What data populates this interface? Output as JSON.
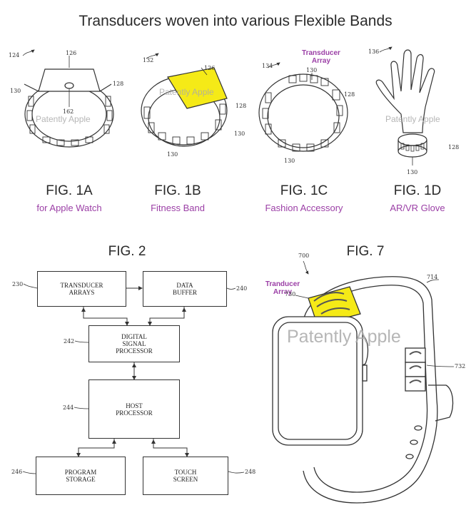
{
  "title": "Transducers woven into various Flexible Bands",
  "colors": {
    "accent": "#9b3fa6",
    "highlight": "#f5ea17",
    "line": "#333333"
  },
  "watermark": "Patently Apple",
  "figures": [
    {
      "label": "FIG. 1A",
      "caption": "for Apple Watch",
      "refs": [
        "124",
        "126",
        "128",
        "130",
        "162"
      ]
    },
    {
      "label": "FIG. 1B",
      "caption": "Fitness Band",
      "refs": [
        "132",
        "126",
        "128",
        "130",
        "130"
      ]
    },
    {
      "label": "FIG. 1C",
      "caption": "Fashion Accessory",
      "annotation": "Transducer\nArray",
      "refs": [
        "134",
        "130",
        "128",
        "130"
      ]
    },
    {
      "label": "FIG. 1D",
      "caption": "AR/VR Glove",
      "refs": [
        "136",
        "128",
        "130"
      ]
    }
  ],
  "fig2": {
    "label": "FIG. 2",
    "blocks": [
      {
        "text": "TRANSDUCER\nARRAYS",
        "ref": "230"
      },
      {
        "text": "DATA\nBUFFER",
        "ref": "240"
      },
      {
        "text": "DIGITAL\nSIGNAL\nPROCESSOR",
        "ref": "242"
      },
      {
        "text": "HOST\nPROCESSOR",
        "ref": "244"
      },
      {
        "text": "PROGRAM\nSTORAGE",
        "ref": "246"
      },
      {
        "text": "TOUCH\nSCREEN",
        "ref": "248"
      }
    ]
  },
  "fig7": {
    "label": "FIG. 7",
    "annotation": "Tranducer\nArray",
    "refs": [
      "700",
      "730",
      "714",
      "732"
    ]
  }
}
